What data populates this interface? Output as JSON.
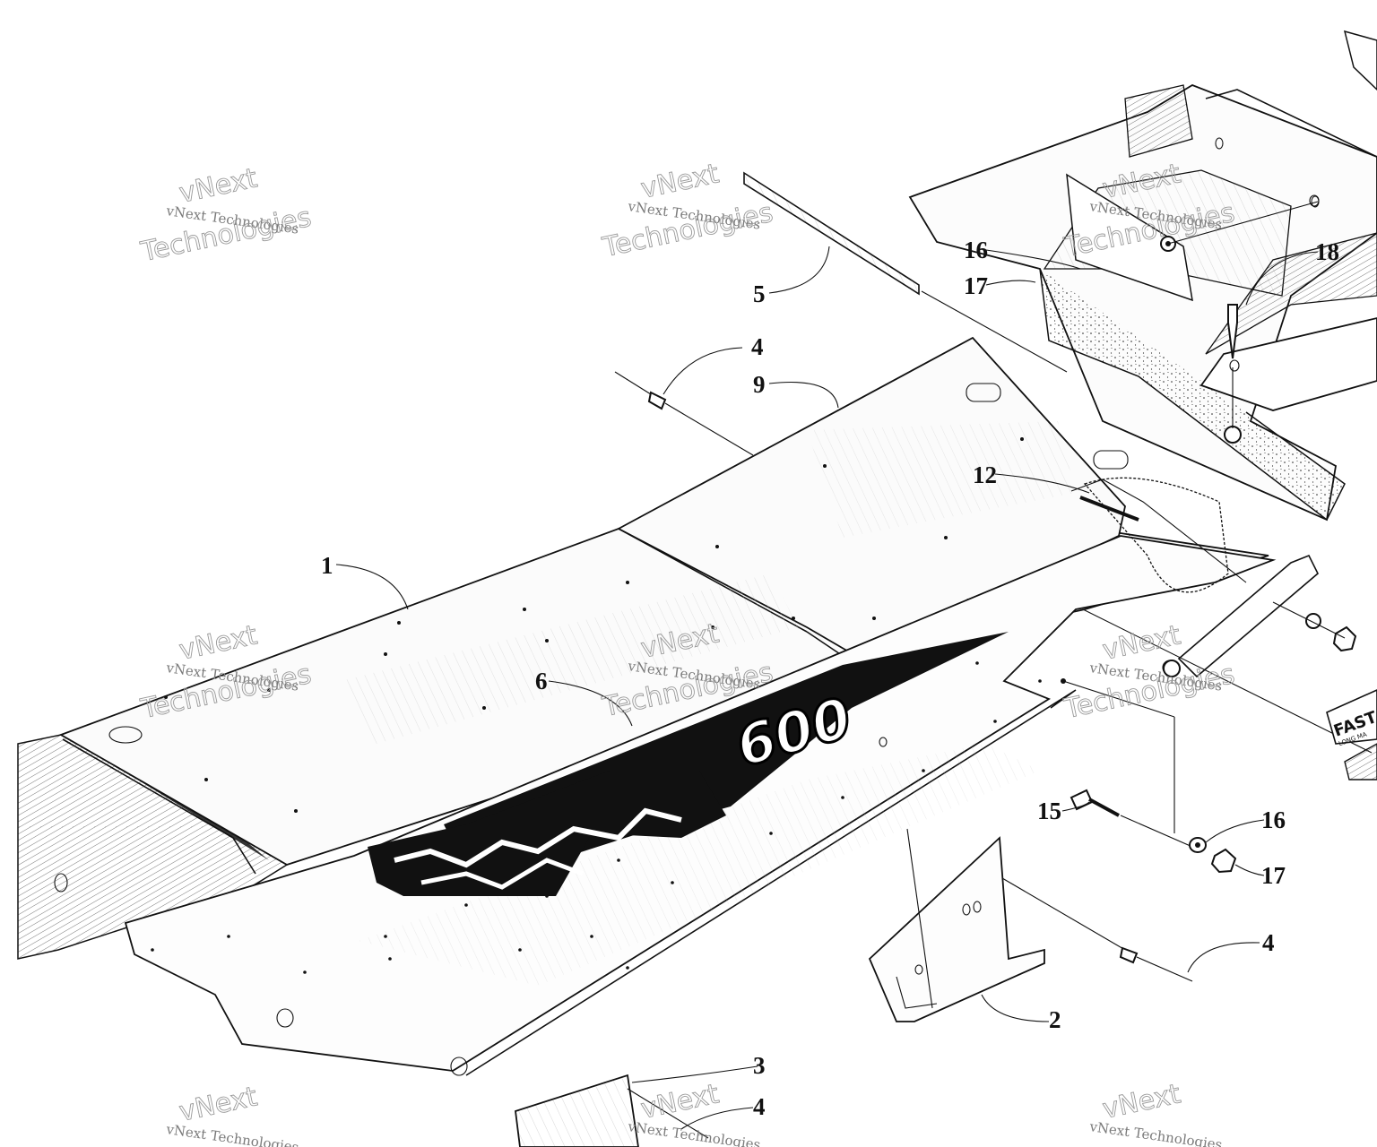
{
  "diagram": {
    "decal_text": "600",
    "badge_text": "FAST",
    "badge_subtext": "LONG   MA",
    "callouts": [
      {
        "id": "c1",
        "label": "1"
      },
      {
        "id": "c2",
        "label": "2"
      },
      {
        "id": "c3",
        "label": "3"
      },
      {
        "id": "c4a",
        "label": "4"
      },
      {
        "id": "c4b",
        "label": "4"
      },
      {
        "id": "c4c",
        "label": "4"
      },
      {
        "id": "c5",
        "label": "5"
      },
      {
        "id": "c6",
        "label": "6"
      },
      {
        "id": "c9",
        "label": "9"
      },
      {
        "id": "c12",
        "label": "12"
      },
      {
        "id": "c15",
        "label": "15"
      },
      {
        "id": "c16a",
        "label": "16"
      },
      {
        "id": "c16b",
        "label": "16"
      },
      {
        "id": "c17a",
        "label": "17"
      },
      {
        "id": "c17b",
        "label": "17"
      },
      {
        "id": "c18",
        "label": "18"
      }
    ]
  },
  "watermark": {
    "line1": "vNext Technologies",
    "line2a": "vNext",
    "line2b": "Technologies"
  }
}
